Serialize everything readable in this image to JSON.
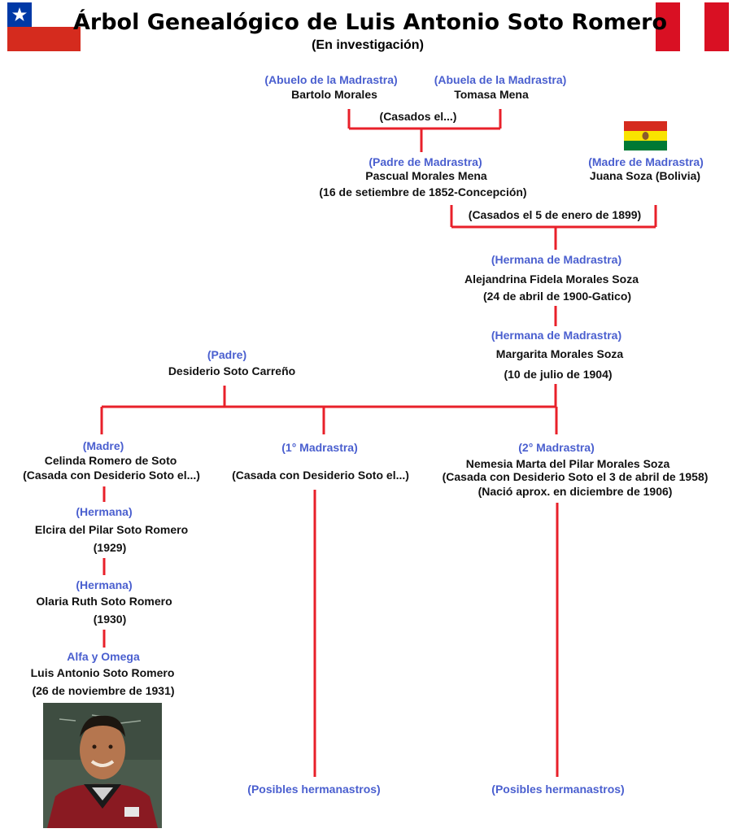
{
  "header": {
    "title": "Árbol Genealógico de Luis Antonio Soto Romero",
    "subtitle": "(En investigación)"
  },
  "colors": {
    "line": "#e8202a",
    "role_text": "#4a5fcf",
    "name_text": "#111111"
  },
  "flags": {
    "left": "chile-flag",
    "right": "peru-flag",
    "bolivia": "bolivia-flag"
  },
  "nodes": {
    "abuelo": {
      "role": "(Abuelo de la Madrastra)",
      "name": "Bartolo Morales"
    },
    "abuela": {
      "role": "(Abuela de la Madrastra)",
      "name": "Tomasa Mena"
    },
    "casados1": "(Casados el...)",
    "padre_madrastra": {
      "role": "(Padre de Madrastra)",
      "name": "Pascual Morales Mena",
      "detail": "(16 de setiembre de 1852-Concepción)"
    },
    "madre_madrastra": {
      "role": "(Madre de Madrastra)",
      "name": "Juana Soza (Bolivia)"
    },
    "casados2": "(Casados el 5 de enero de 1899)",
    "hermana_madrastra1": {
      "role": "(Hermana de Madrastra)",
      "name": "Alejandrina Fidela Morales Soza",
      "detail": "(24 de abril de 1900-Gatico)"
    },
    "hermana_madrastra2": {
      "role": "(Hermana de Madrastra)",
      "name": "Margarita Morales Soza",
      "detail": "(10 de julio de 1904)"
    },
    "padre": {
      "role": "(Padre)",
      "name": "Desiderio Soto Carreño"
    },
    "madre": {
      "role": "(Madre)",
      "name": "Celinda Romero de Soto",
      "detail": "(Casada con Desiderio Soto el...)"
    },
    "madrastra1": {
      "role": "(1° Madrastra)",
      "detail": "(Casada con Desiderio Soto el...)"
    },
    "madrastra2": {
      "role": "(2° Madrastra)",
      "name": "Nemesia Marta del Pilar Morales Soza",
      "detail": "(Casada con Desiderio Soto el 3 de abril de 1958)",
      "detail2": "(Nació aprox. en diciembre de 1906)"
    },
    "hermana1": {
      "role": "(Hermana)",
      "name": "Elcira del Pilar Soto Romero",
      "detail": "(1929)"
    },
    "hermana2": {
      "role": "(Hermana)",
      "name": "Olaria Ruth Soto Romero",
      "detail": "(1930)"
    },
    "self": {
      "role": "Alfa y Omega",
      "name": "Luis Antonio Soto Romero",
      "detail": "(26 de noviembre de 1931)"
    },
    "hermanastros1": "(Posibles hermanastros)",
    "hermanastros2": "(Posibles hermanastros)"
  },
  "photo": {
    "subject": "portrait-photo"
  }
}
